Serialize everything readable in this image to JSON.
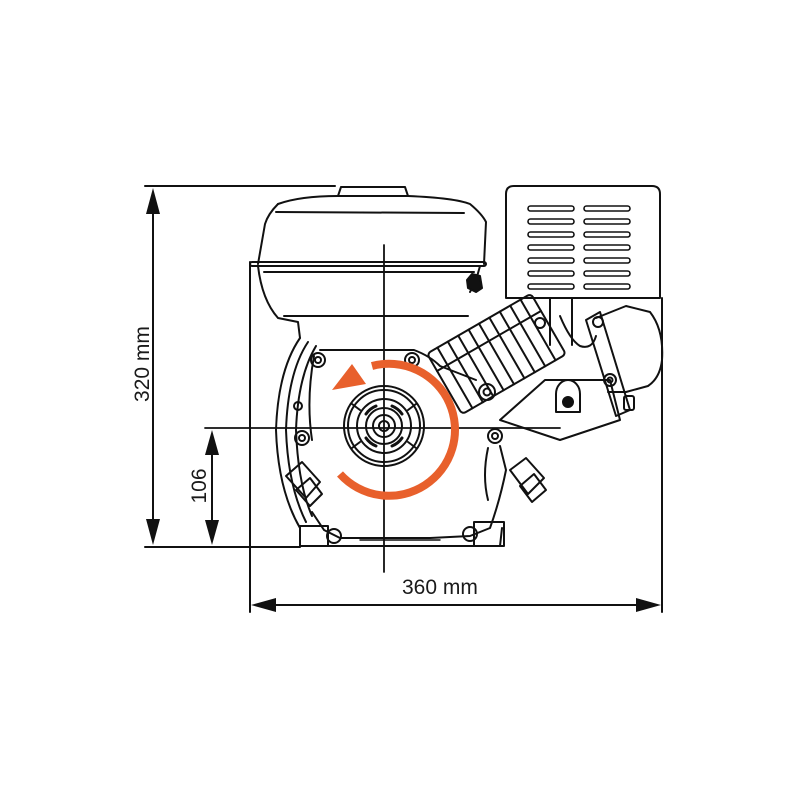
{
  "diagram": {
    "subject": "Engine dimension drawing (front view)",
    "dimensions": {
      "height": {
        "label": "320 mm",
        "value": 320,
        "unit": "mm"
      },
      "shaft_height": {
        "label": "106",
        "value": 106
      },
      "width": {
        "label": "360 mm",
        "value": 360,
        "unit": "mm"
      }
    },
    "rotation": {
      "direction": "counter-clockwise",
      "color": "#E8602C"
    },
    "colors": {
      "line": "#111111",
      "background": "#ffffff",
      "accent": "#E8602C"
    },
    "components": [
      "air-filter",
      "recoil-housing",
      "crankshaft-pto",
      "cylinder-fins",
      "carburetor",
      "muffler-shield",
      "mounting-base"
    ]
  }
}
